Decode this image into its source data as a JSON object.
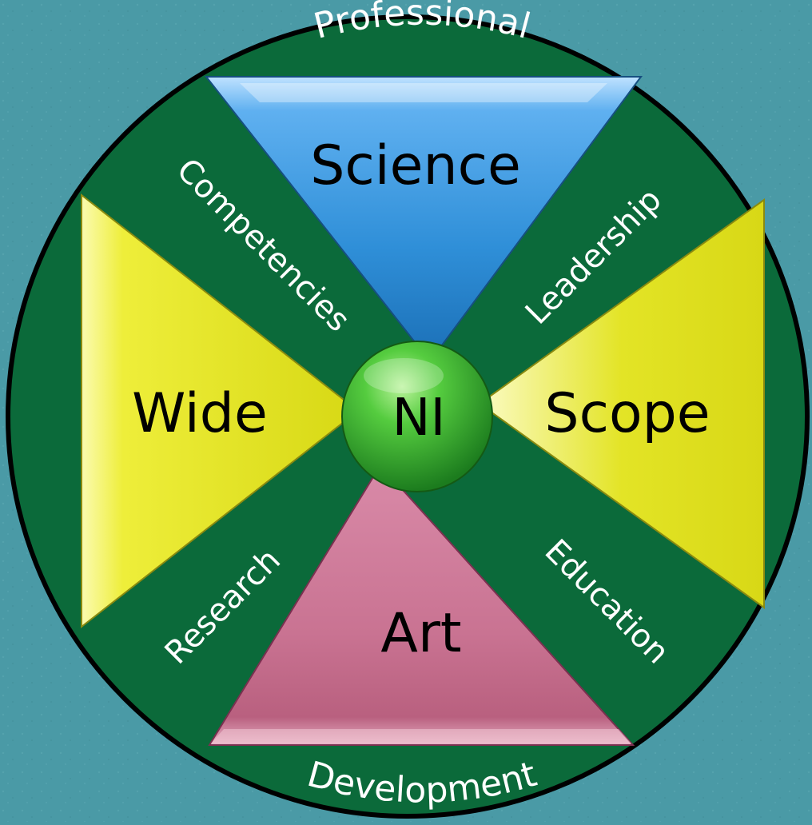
{
  "center": {
    "label": "NI"
  },
  "triangles": {
    "top": {
      "label": "Science",
      "color": "#2f8fd8"
    },
    "left": {
      "label": "Wide",
      "color": "#e6e81c"
    },
    "right": {
      "label": "Scope",
      "color": "#e6e81c"
    },
    "bottom": {
      "label": "Art",
      "color": "#cf7c9c"
    }
  },
  "ring_labels": {
    "top": "Professional",
    "upper_left": "Competencies",
    "upper_right": "Leadership",
    "lower_left": "Research",
    "lower_right": "Education",
    "bottom": "Development"
  },
  "colors": {
    "background": "#4a9aa6",
    "ring": "#0b6a3a",
    "outline": "#000000",
    "center": "#3cb83a"
  }
}
